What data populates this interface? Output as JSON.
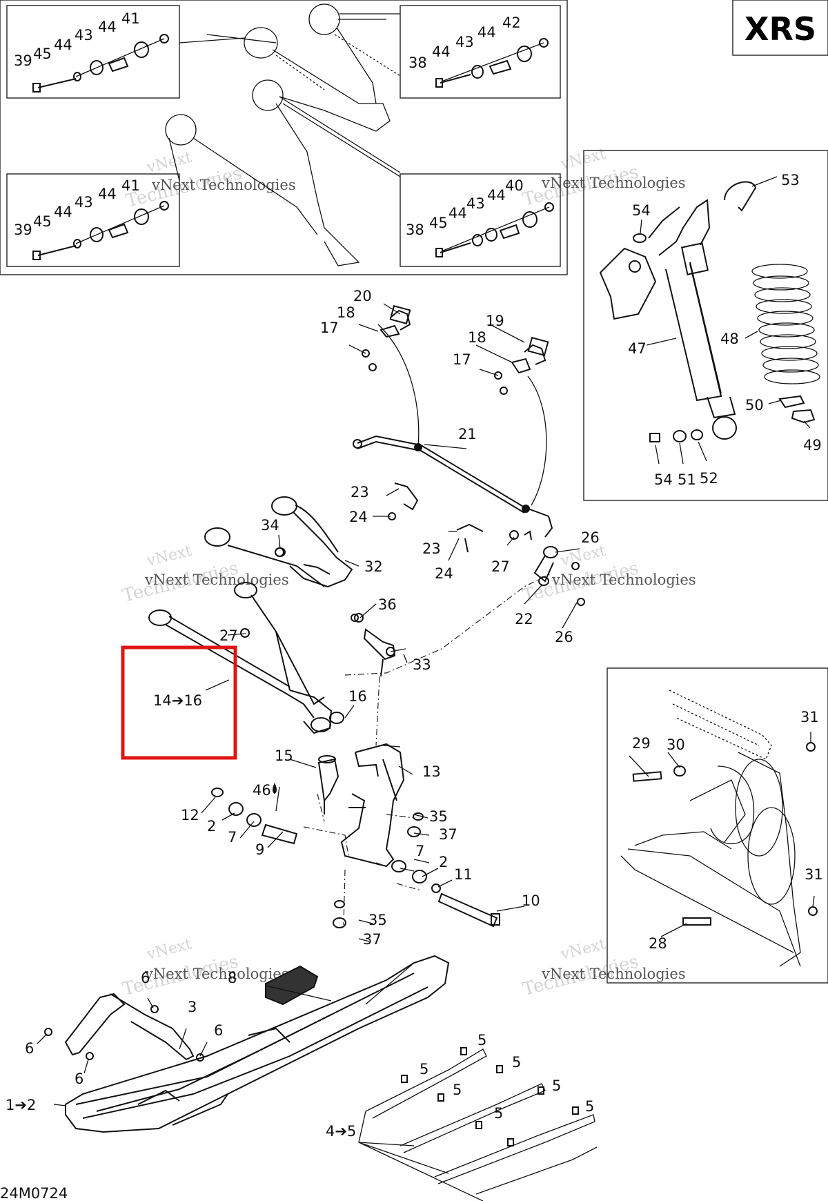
{
  "model_badge": "XRS",
  "drawing_code": "24M0724",
  "watermark": {
    "line1": "vNext",
    "line2": "Technologies",
    "line3": "vNext Technologies"
  },
  "highlight_color": "#e11414",
  "callouts": {
    "c1_2": "1➔2",
    "c2a": "2",
    "c2b": "2",
    "c3": "3",
    "c4_5": "4➔5",
    "c5a": "5",
    "c5b": "5",
    "c5c": "5",
    "c5d": "5",
    "c5e": "5",
    "c5f": "5",
    "c5g": "5",
    "c6a": "6",
    "c6b": "6",
    "c6c": "6",
    "c6d": "6",
    "c7a": "7",
    "c7b": "7",
    "c8": "8",
    "c9": "9",
    "c10": "10",
    "c11": "11",
    "c12": "12",
    "c13": "13",
    "c14_16": "14➔16",
    "c15": "15",
    "c16": "16",
    "c17a": "17",
    "c17b": "17",
    "c18a": "18",
    "c18b": "18",
    "c19": "19",
    "c20": "20",
    "c21": "21",
    "c22": "22",
    "c23a": "23",
    "c23b": "23",
    "c24a": "24",
    "c24b": "24",
    "c26a": "26",
    "c26b": "26",
    "c27a": "27",
    "c27b": "27",
    "c28": "28",
    "c29": "29",
    "c30": "30",
    "c31a": "31",
    "c31b": "31",
    "c32": "32",
    "c33": "33",
    "c34": "34",
    "c35a": "35",
    "c35b": "35",
    "c36": "36",
    "c37a": "37",
    "c37b": "37",
    "c46": "46",
    "c47": "47",
    "c48": "48",
    "c49": "49",
    "c50": "50",
    "c51": "51",
    "c52": "52",
    "c53": "53",
    "c54a": "54",
    "c54b": "54"
  },
  "detail_boxes": {
    "top_left": {
      "n1": "39",
      "n2": "45",
      "n3": "44",
      "n4": "43",
      "n5": "44",
      "n6": "41"
    },
    "top_right": {
      "n1": "38",
      "n2": "44",
      "n3": "43",
      "n4": "44",
      "n5": "42"
    },
    "bottom_left": {
      "n1": "39",
      "n2": "45",
      "n3": "44",
      "n4": "43",
      "n5": "44",
      "n6": "41"
    },
    "bottom_right": {
      "n1": "38",
      "n2": "45",
      "n3": "44",
      "n4": "43",
      "n5": "44",
      "n6": "40"
    }
  }
}
